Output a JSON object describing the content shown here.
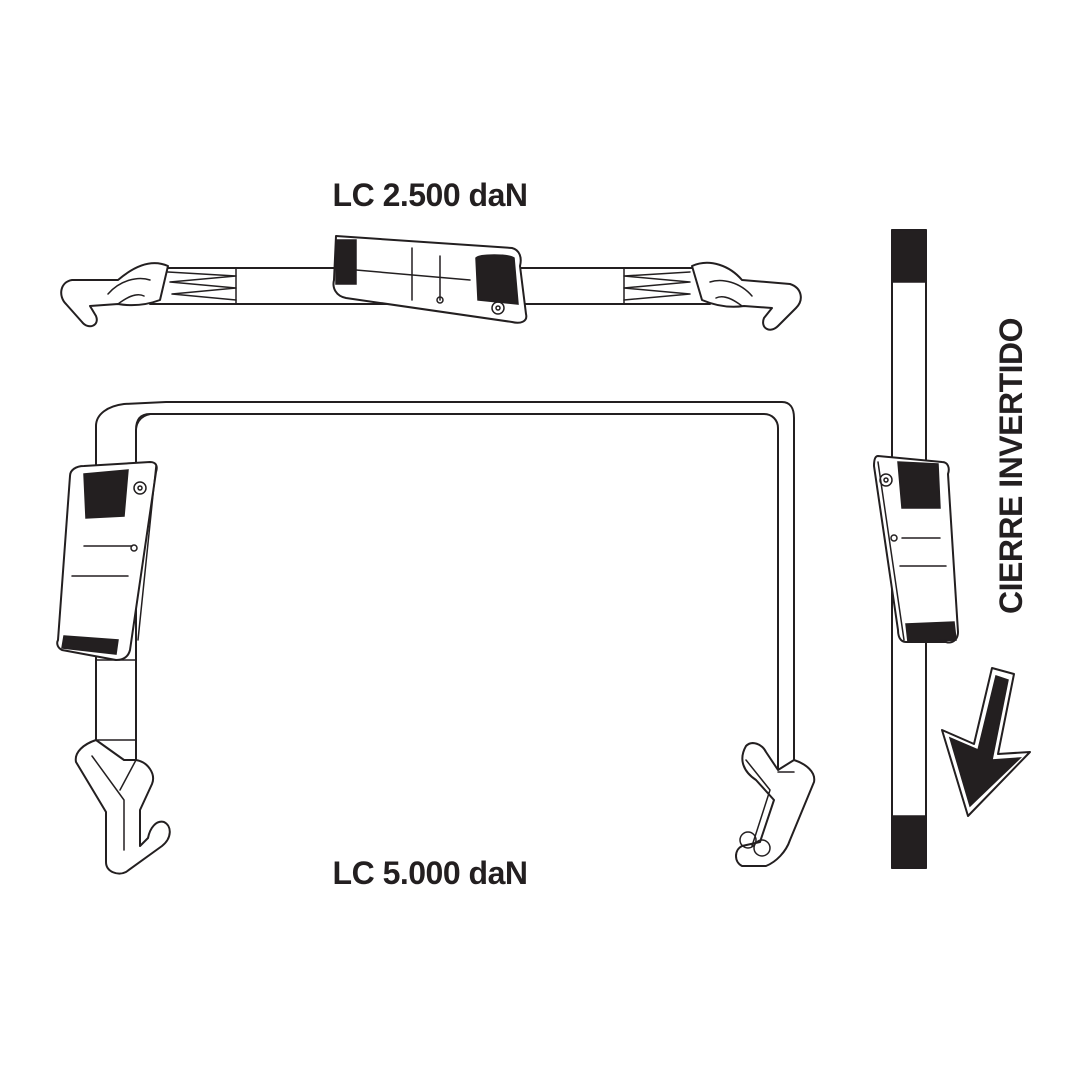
{
  "diagram": {
    "top_label": "LC 2.500 daN",
    "bottom_label": "LC 5.000 daN",
    "side_label": "CIERRE INVERTIDO",
    "ink_color": "#231f20",
    "background_color": "#ffffff"
  }
}
